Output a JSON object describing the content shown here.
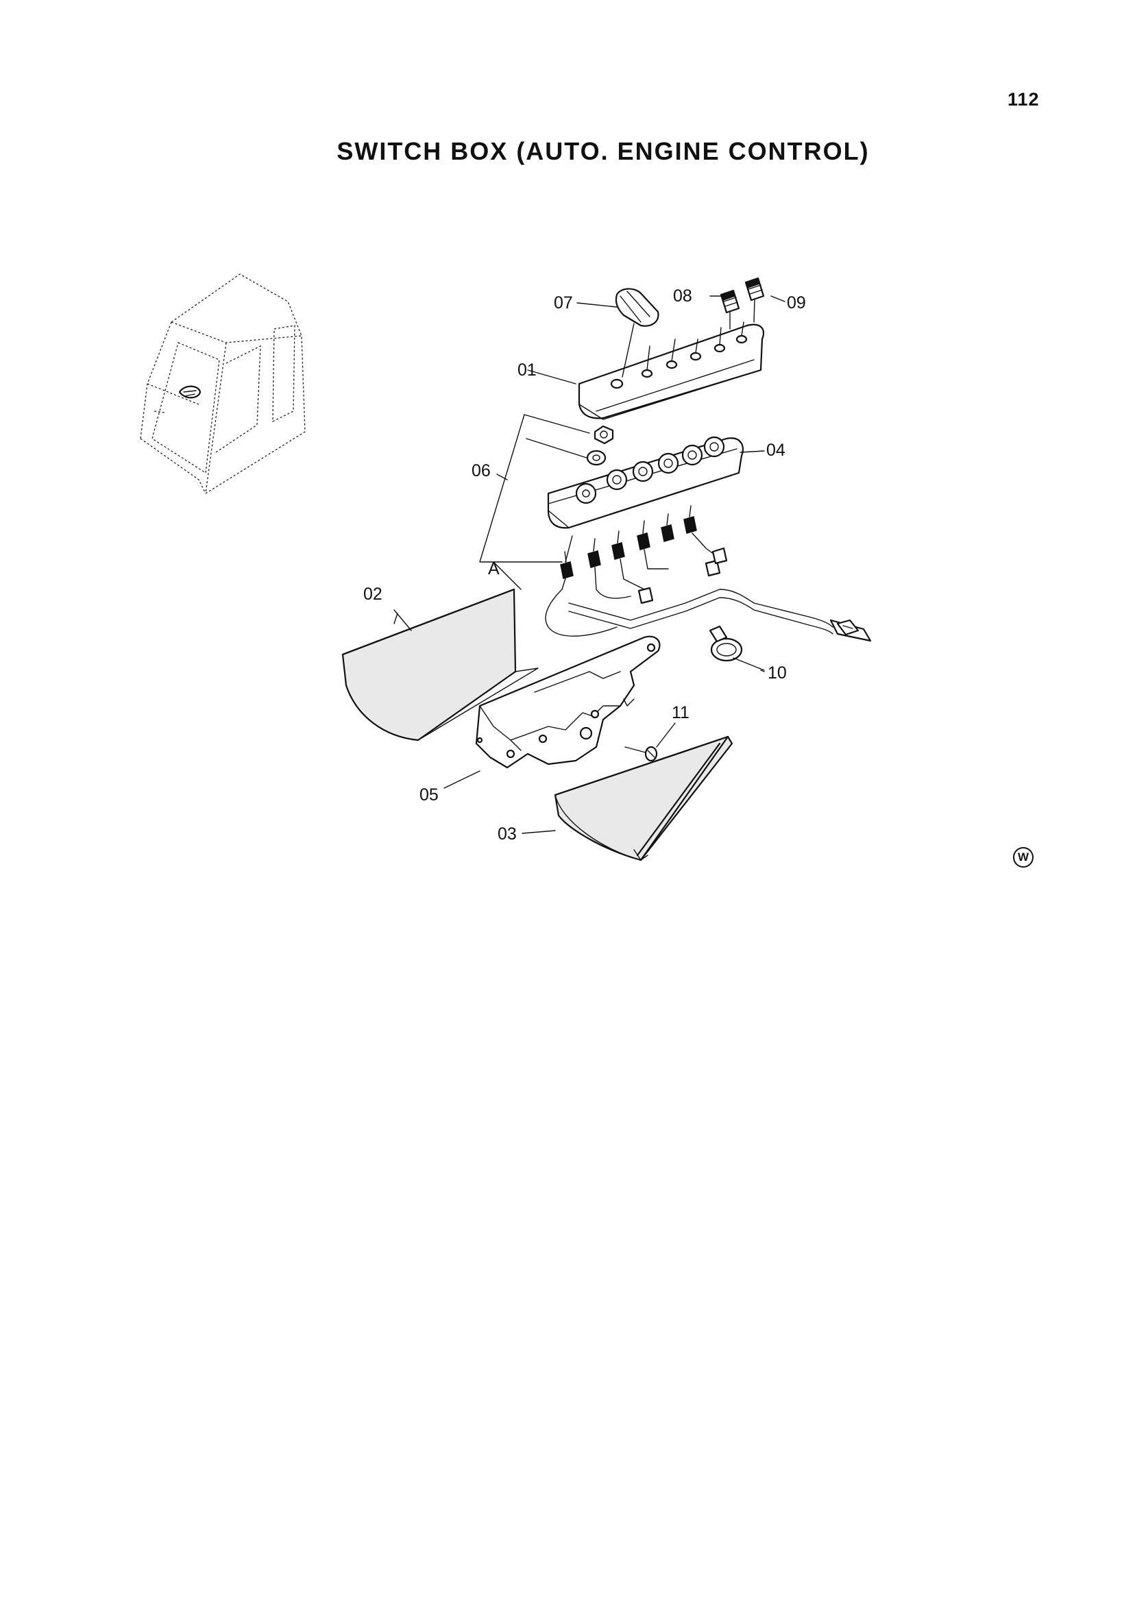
{
  "page": {
    "number": "112",
    "title": "SWITCH BOX (AUTO. ENGINE CONTROL)"
  },
  "callouts": {
    "c01": "01",
    "c02": "02",
    "c03": "03",
    "c04": "04",
    "c05": "05",
    "c06": "06",
    "c07": "07",
    "c08": "08",
    "c09": "09",
    "c10": "10",
    "c11": "11",
    "detailA": "A"
  },
  "mark": "W"
}
